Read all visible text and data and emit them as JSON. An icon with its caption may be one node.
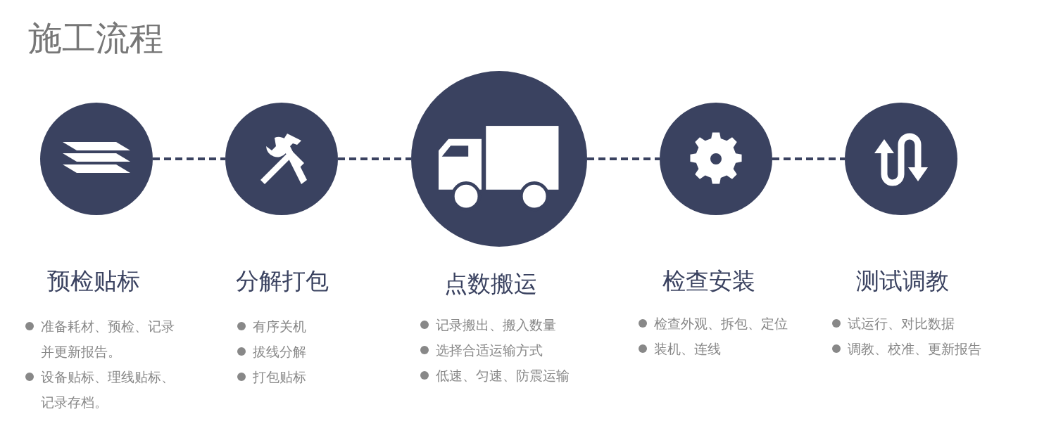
{
  "diagram": {
    "title": "施工流程",
    "nodes": [
      {
        "text": [
          "预检贴标"
        ],
        "beside": [
          "准备耗材、预检、记录并更新报告。",
          "设备贴标、理线贴标、记录存档。"
        ]
      },
      {
        "text": [
          "分解打包"
        ],
        "beside": [
          "有序关机",
          "拔线分解",
          "打包贴标"
        ]
      },
      {
        "text": [
          "点数搬运"
        ],
        "beside": [
          "记录搬出、搬入数量",
          "选择合适运输方式",
          "低速、匀速、防震运输"
        ]
      },
      {
        "text": [
          "检查安装"
        ],
        "beside": [
          "检查外观、拆包、定位",
          "装机、连线"
        ]
      },
      {
        "text": [
          "测试调教"
        ],
        "beside": [
          "试运行、对比数据",
          "调教、校准、更新报告"
        ]
      }
    ],
    "edges": [
      {
        "from": 0,
        "to": 1,
        "arrow": "none",
        "style": "dashed"
      },
      {
        "from": 1,
        "to": 2,
        "arrow": "none",
        "style": "dashed"
      },
      {
        "from": 2,
        "to": 3,
        "arrow": "none",
        "style": "dashed"
      },
      {
        "from": 3,
        "to": 4,
        "arrow": "none",
        "style": "dashed"
      }
    ]
  }
}
